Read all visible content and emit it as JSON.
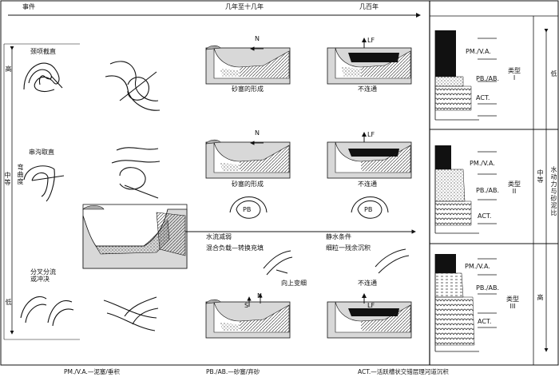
{
  "header": {
    "events": "事件",
    "decade_range": "几年至十几年",
    "centuries": "几百年"
  },
  "left_axis": {
    "high": "高",
    "medium_line1": "中等",
    "medium_line2": "弯曲度",
    "low": "低"
  },
  "events": {
    "neck_cutoff": "颈项截直",
    "chute_cutoff": "串沟取直",
    "avulsion_line1": "分叉分流",
    "avulsion_line2": "或冲决"
  },
  "process_labels": {
    "plug_formation_1": "砂塞的形成",
    "disconnected_1": "不连通",
    "plug_formation_2": "砂塞的形成",
    "disconnected_2": "不连通",
    "flow_weakening": "水流减弱",
    "still_water": "静水条件",
    "mixed_load": "混合负载—转换充填",
    "fine_grained": "细粒一残余沉积",
    "fining_upward": "向上变细",
    "disconnected_3": "不连通"
  },
  "marks": {
    "north": "N",
    "lf": "LF",
    "pb": "PB",
    "s": "S"
  },
  "types": {
    "type1": "类型\nI",
    "type2": "类型\nII",
    "type3": "类型\nIII"
  },
  "logs": {
    "pm": "PM./V.A.",
    "pb": "PB./AB.",
    "act": "ACT."
  },
  "right_axis": {
    "low": "低",
    "medium": "中等",
    "title": "水动力与砂泥比",
    "high": "高"
  },
  "legend": {
    "pm": "PM./V.A.—泥塞/垂积",
    "pb": "PB./AB.—砂塞/弃砂",
    "act": "ACT.—活跃槽状交错层理河道沉积"
  }
}
